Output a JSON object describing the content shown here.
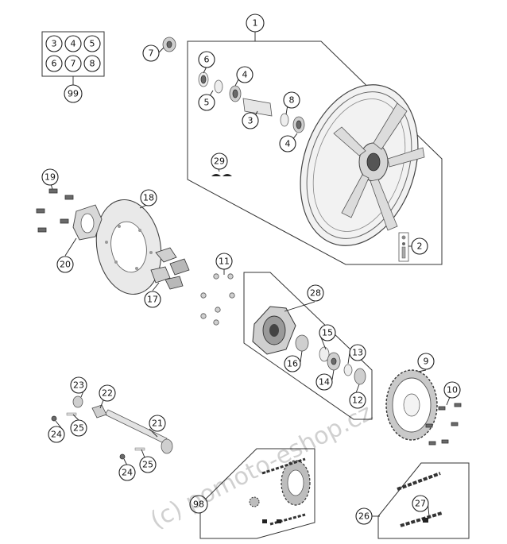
{
  "callouts": {
    "c1": "1",
    "c2": "2",
    "c3": "3",
    "c4a": "4",
    "c4b": "4",
    "c5": "5",
    "c6": "6",
    "c7": "7",
    "c8": "8",
    "c9": "9",
    "c10": "10",
    "c11": "11",
    "c12": "12",
    "c13": "13",
    "c14": "14",
    "c15": "15",
    "c16": "16",
    "c17": "17",
    "c18": "18",
    "c19": "19",
    "c20": "20",
    "c21": "21",
    "c22": "22",
    "c23": "23",
    "c24a": "24",
    "c24b": "24",
    "c25a": "25",
    "c25b": "25",
    "c26": "26",
    "c27": "27",
    "c28": "28",
    "c29": "29",
    "c98": "98",
    "c99": "99"
  },
  "kit_grid": [
    "3",
    "4",
    "5",
    "6",
    "7",
    "8"
  ],
  "watermark": "(c) pomoto-eshop.cz"
}
